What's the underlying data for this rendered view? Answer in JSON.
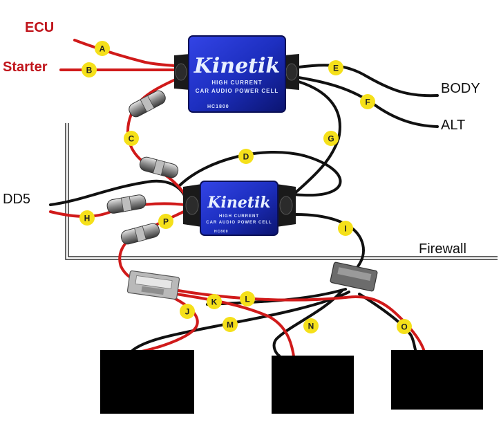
{
  "labels": {
    "ecu": "ECU",
    "starter": "Starter",
    "body": "BODY",
    "alt": "ALT",
    "dd5": "DD5",
    "firewall": "Firewall"
  },
  "capacitors": {
    "large": {
      "brand": "Kinetik",
      "line1": "HIGH CURRENT",
      "line2": "CAR AUDIO POWER CELL",
      "model": "HC1800"
    },
    "small": {
      "brand": "Kinetik",
      "line1": "HIGH CURRENT",
      "line2": "CAR AUDIO POWER CELL",
      "model": "HC800"
    }
  },
  "markers": [
    "A",
    "B",
    "C",
    "D",
    "E",
    "F",
    "G",
    "H",
    "I",
    "J",
    "K",
    "L",
    "M",
    "N",
    "O",
    "P"
  ],
  "colors": {
    "red_wire": "#d01a1a",
    "black_wire": "#111111",
    "marker_fill": "#f5e01a",
    "cap_blue": "#1d2fc0",
    "label_red": "#c0141b"
  }
}
